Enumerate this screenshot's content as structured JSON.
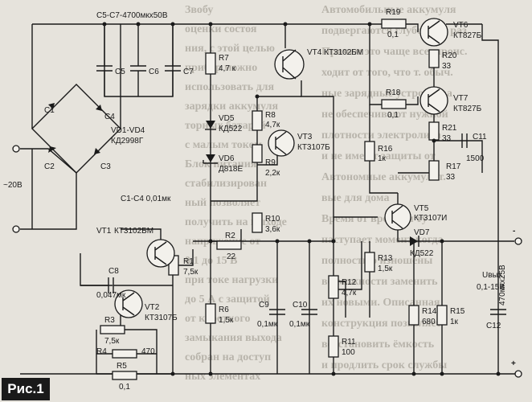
{
  "figure": {
    "label": "Рис.1"
  },
  "labels": {
    "c5c7": "С5-С7-4700мкх50В",
    "c5": "С5",
    "c6": "С6",
    "c7": "С7",
    "c1": "С1",
    "c4": "С4",
    "c2": "С2",
    "c3": "С3",
    "vd1": "VD1-VD4",
    "vd1v": "КД2998Г",
    "c1c4": "С1-С4 0,01мк",
    "input_v": "~20В",
    "r7": "R7",
    "r7v": "4,7 к",
    "vd5": "VD5",
    "vd5v": "КД522",
    "vd6": "VD6",
    "vd6v": "Д818Е",
    "vt4": "VT4 КТ3102БМ",
    "r8": "R8",
    "r8v": "4,7к",
    "vt3": "VT3",
    "vt3v": "КТ3107Б",
    "r9": "R9",
    "r9v": "2,2к",
    "r10": "R10",
    "r10v": "3,6к",
    "r19": "R19",
    "r19v": "0,1",
    "r18": "R18",
    "r18v": "0,1",
    "vt6": "VT6",
    "vt6v": "КТ827Б",
    "vt7": "VT7",
    "vt7v": "КТ827Б",
    "r20": "R20",
    "r20v": "33",
    "r21": "R21",
    "r21v": "33",
    "r16": "R16",
    "r16v": "1к",
    "c11": "С11",
    "c11v": "1500",
    "r17": "R17",
    "r17v": "33",
    "vt5": "VT5",
    "vt5v": "КТ3107И",
    "vd7": "VD7",
    "vd7v": "КД522",
    "vt1": "VT1",
    "vt1v": "КТ3102БМ",
    "r1": "R1",
    "r1v": "7,5к",
    "r2": "R2",
    "r2v": "22",
    "c8": "С8",
    "c8v": "0,047мк",
    "vt2": "VT2",
    "vt2v": "КТ3107Б",
    "r3": "R3",
    "r3v": "7,5к",
    "r4": "R4",
    "r4v": "470",
    "r5": "R5",
    "r5v": "0,1",
    "r6": "R6",
    "r6v": "1,5к",
    "c9": "С9",
    "c9v": "0,1мк",
    "c10": "С10",
    "c10v": "0,1мк",
    "r13": "R13",
    "r13v": "1,5к",
    "r12": "R12",
    "r12v": "4,7к",
    "r11": "R11",
    "r11v": "100",
    "r14": "R14",
    "r14v": "680",
    "r15": "R15",
    "r15v": "1к",
    "c12": "С12",
    "c12v": "470мкх25В",
    "uout": "Uвых",
    "uoutv": "0,1-15В",
    "minus": "-",
    "plus": "+"
  },
  "background_text": [
    "Автомобильные аккумуля",
    "подвергаются глубокому раз.",
    "Причем это чаще все. проис.",
    "ходит от того, что т. обыч.",
    "ные зарядные устройства",
    "не обеспечивают нужной",
    "плотности электролита",
    "и не имеют защиты от",
    "Автономные аккумулят.",
    "вые для дома",
    "Время от времени ту",
    "наступает момент когда",
    "полностью изношены",
    "возможности заменить",
    "их новыми. Описанная",
    "конструкция позволяет",
    "восстановить ёмкость",
    "и продлить срок службы"
  ],
  "background_text_left": [
    "Звобу",
    "оценки состоя",
    "ния, с этой целью",
    "прибор можно",
    "использовать для",
    "зарядки аккумуля",
    "торных батарей",
    "с малым током",
    "Блок питания",
    "стабилизирован",
    "ный позволяет",
    "получить на выходе",
    "напряжение от",
    "0,1 до 15 В",
    "при токе нагрузки",
    "до 5 А с защитой",
    "от короткого",
    "замыкания выхода",
    "собран на доступ",
    "ных элементах"
  ],
  "colors": {
    "ink": "#1a1a1a",
    "paper": "#e6e3dc",
    "ghost_text": "#b8b4ab"
  }
}
